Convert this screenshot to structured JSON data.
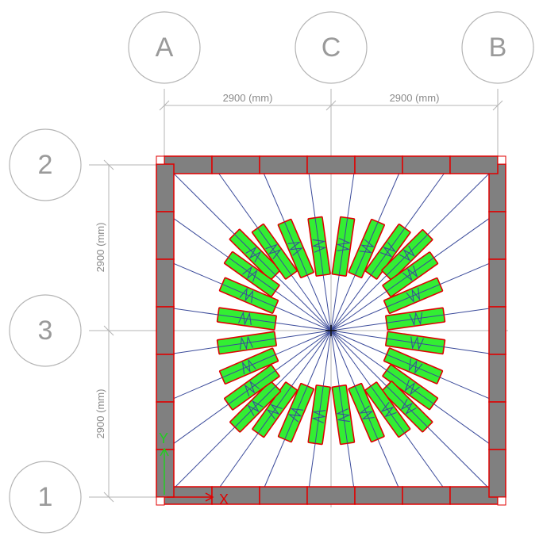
{
  "grid": {
    "columns": [
      {
        "label": "A"
      },
      {
        "label": "C"
      },
      {
        "label": "B"
      }
    ],
    "rows": [
      {
        "label": "2"
      },
      {
        "label": "3"
      },
      {
        "label": "1"
      }
    ]
  },
  "dimensions": {
    "top": [
      "2900 (mm)",
      "2900 (mm)"
    ],
    "left": [
      "2900 (mm)",
      "2900 (mm)"
    ]
  },
  "axes": {
    "x_label": "X",
    "y_label": "Y"
  },
  "colors": {
    "grid": "#b4b4b4",
    "beam_fill": "#808080",
    "outline": "#e00000",
    "panel_fill": "#33ee33",
    "radial_line": "#3a4a9a",
    "x_axis": "#e00000",
    "y_axis": "#22cc22"
  }
}
